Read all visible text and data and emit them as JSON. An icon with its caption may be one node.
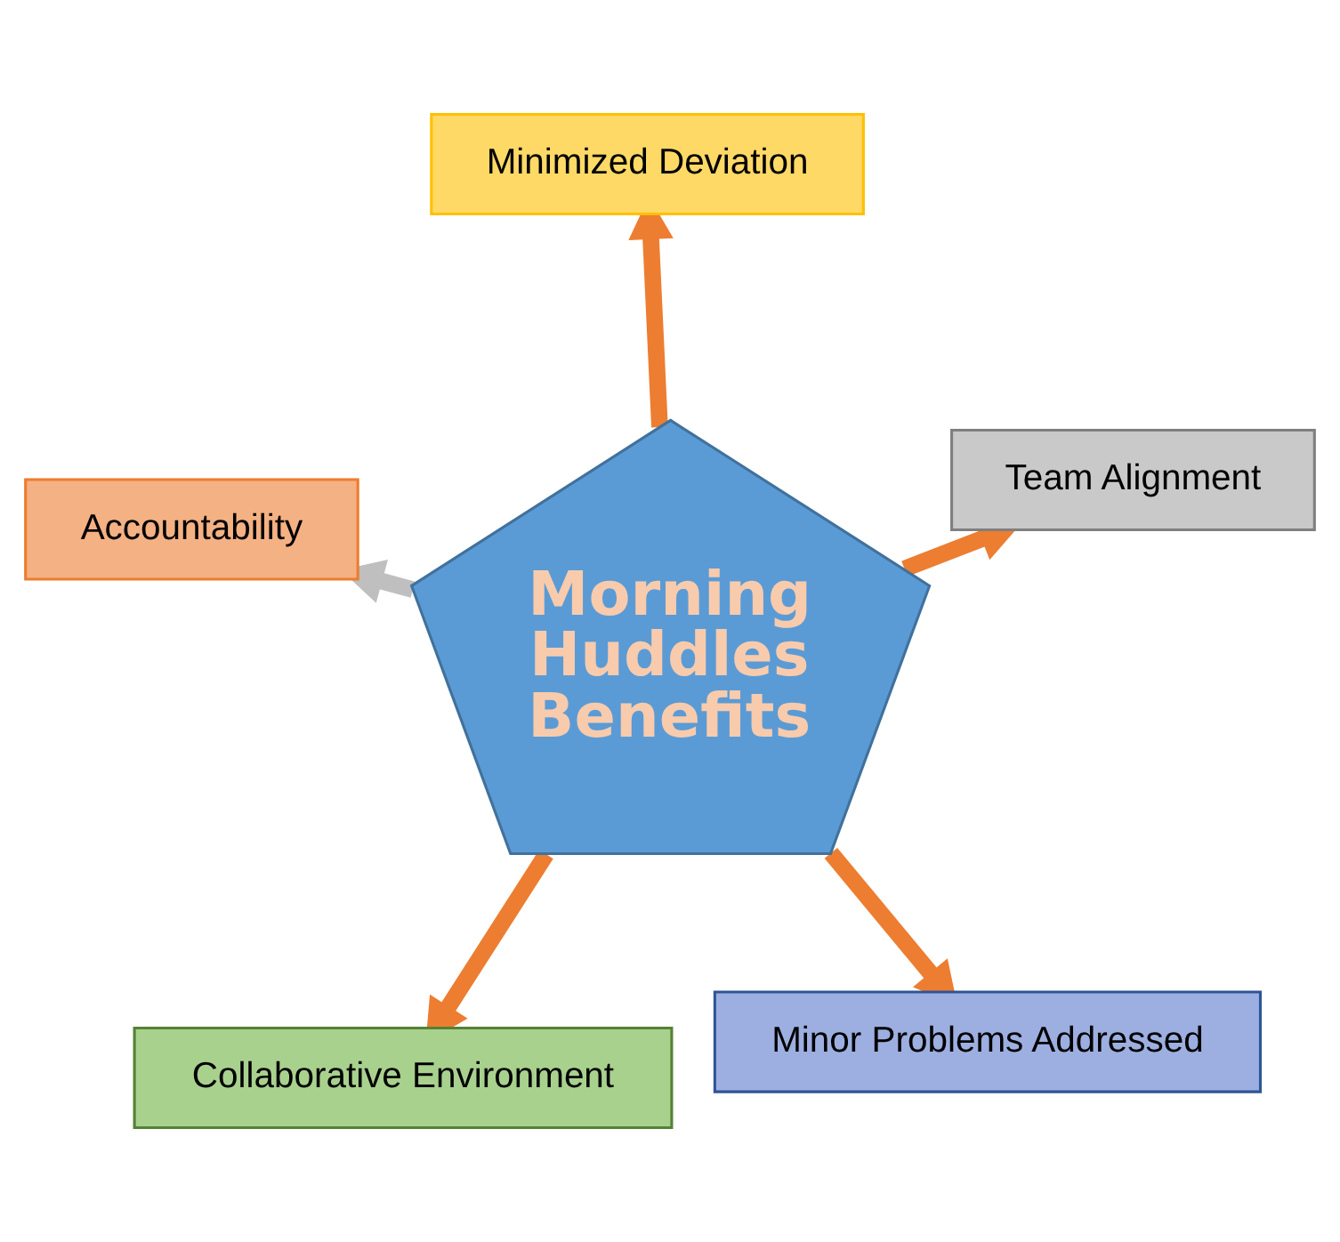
{
  "diagram": {
    "nodes": [
      {
        "text": [
          "Morning Huddles Benefits"
        ]
      },
      {
        "text": [
          "Minor Problems Addressed"
        ]
      },
      {
        "text": [
          "Collaborative Environment"
        ]
      },
      {
        "text": [
          "Accountability"
        ]
      },
      {
        "text": [
          "Team Alignment"
        ]
      },
      {
        "text": [
          "Minimized Deviation"
        ]
      }
    ],
    "edges": [
      {
        "from": 0,
        "to": 1,
        "arrow": "to"
      },
      {
        "from": 0,
        "to": 2,
        "arrow": "to"
      },
      {
        "from": 0,
        "to": 3,
        "arrow": "to",
        "color": "#bfbfbf"
      },
      {
        "from": 0,
        "to": 4,
        "arrow": "to"
      },
      {
        "from": 0,
        "to": 5,
        "arrow": "to"
      }
    ]
  }
}
